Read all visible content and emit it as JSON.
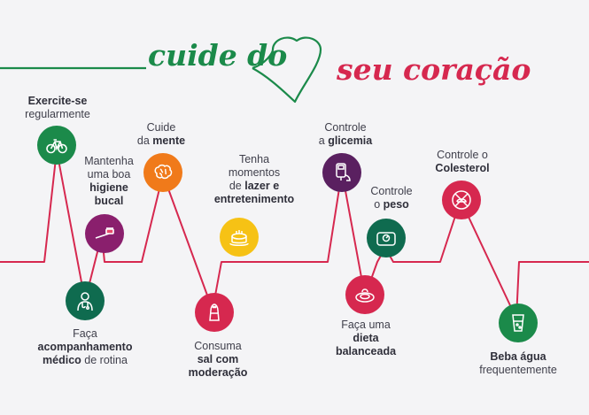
{
  "title": {
    "part1": "cuide do",
    "part2": "seu coração"
  },
  "colors": {
    "line": "#d6284f",
    "brand_green": "#1b8a4a"
  },
  "tips": [
    {
      "id": "exercise",
      "icon": "bicycle-icon",
      "color": "#1b8a4a",
      "l1": "Exercite-se",
      "l2": "regularmente"
    },
    {
      "id": "hygiene",
      "icon": "toothbrush-icon",
      "color": "#8a1f6d",
      "l1": "Mantenha",
      "l2": "uma boa",
      "l3": "higiene",
      "l4": "bucal"
    },
    {
      "id": "mind",
      "icon": "brain-icon",
      "color": "#f07a1a",
      "l1": "Cuide",
      "l2a": "da ",
      "l2b": "mente"
    },
    {
      "id": "doctor",
      "icon": "doctor-icon",
      "color": "#0f6b4f",
      "l1": "Faça",
      "l2": "acompanhamento",
      "l3a": "médico",
      "l3b": " de rotina"
    },
    {
      "id": "salt",
      "icon": "salt-shaker-icon",
      "color": "#d6284f",
      "l1": "Consuma",
      "l2": "sal com",
      "l3": "moderação"
    },
    {
      "id": "leisure",
      "icon": "cake-icon",
      "color": "#f6c215",
      "l1": "Tenha",
      "l2": "momentos",
      "l3a": "de ",
      "l3b": "lazer e",
      "l4": "entretenimento"
    },
    {
      "id": "glycemia",
      "icon": "glucose-meter-icon",
      "color": "#5a2060",
      "l1": "Controle",
      "l2a": "a ",
      "l2b": "glicemia"
    },
    {
      "id": "diet",
      "icon": "food-plate-icon",
      "color": "#d6284f",
      "l1": "Faça uma",
      "l2": "dieta",
      "l3": "balanceada"
    },
    {
      "id": "weight",
      "icon": "scale-icon",
      "color": "#0f6b4f",
      "l1": "Controle",
      "l2a": "o ",
      "l2b": "peso"
    },
    {
      "id": "cholesterol",
      "icon": "no-fat-icon",
      "color": "#d6284f",
      "l1": "Controle o",
      "l2": "Colesterol"
    },
    {
      "id": "water",
      "icon": "water-glass-icon",
      "color": "#1b8a4a",
      "l1": "Beba água",
      "l2": "frequentemente"
    }
  ]
}
